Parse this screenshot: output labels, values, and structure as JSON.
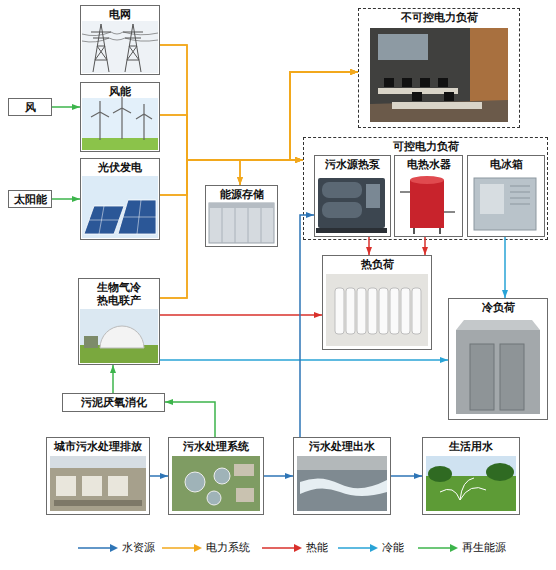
{
  "diagram": {
    "nodes": [
      {
        "text": [
          "电网"
        ]
      },
      {
        "text": [
          "不可控电力负荷"
        ]
      },
      {
        "text": [
          "风能"
        ]
      },
      {
        "text": [
          "风"
        ]
      },
      {
        "text": [
          "可控电力负荷"
        ]
      },
      {
        "text": [
          "污水源热泵"
        ],
        "in": 4
      },
      {
        "text": [
          "电热水器"
        ],
        "in": 4
      },
      {
        "text": [
          "电冰箱"
        ],
        "in": 4
      },
      {
        "text": [
          "太阳能"
        ]
      },
      {
        "text": [
          "光伏发电"
        ]
      },
      {
        "text": [
          "能源存储"
        ]
      },
      {
        "text": [
          "生物气冷 热电联产"
        ]
      },
      {
        "text": [
          "热负荷"
        ]
      },
      {
        "text": [
          "冷负荷"
        ]
      },
      {
        "text": [
          "污泥厌氧消化"
        ]
      },
      {
        "text": [
          "城市污水处理排放"
        ]
      },
      {
        "text": [
          "污水处理系统"
        ]
      },
      {
        "text": [
          "污水处理出水"
        ]
      },
      {
        "text": [
          "生活用水"
        ]
      }
    ],
    "edges": [
      {
        "from": 3,
        "to": 2,
        "arrow": "to"
      },
      {
        "from": 8,
        "to": 9,
        "arrow": "to"
      },
      {
        "from": 0,
        "to": 1,
        "arrow": "to"
      },
      {
        "from": 0,
        "to": 4,
        "arrow": "to"
      },
      {
        "from": 2,
        "to": 1,
        "arrow": "to"
      },
      {
        "from": 2,
        "to": 4,
        "arrow": "to"
      },
      {
        "from": 9,
        "to": 1,
        "arrow": "to"
      },
      {
        "from": 9,
        "to": 4,
        "arrow": "to"
      },
      {
        "from": 11,
        "to": 1,
        "arrow": "to"
      },
      {
        "from": 11,
        "to": 4,
        "arrow": "to"
      },
      {
        "from": 10,
        "to": 1,
        "arrow": "both"
      },
      {
        "from": 10,
        "to": 4,
        "arrow": "both"
      },
      {
        "from": 11,
        "to": 12,
        "arrow": "to"
      },
      {
        "from": 5,
        "to": 12,
        "arrow": "to"
      },
      {
        "from": 6,
        "to": 12,
        "arrow": "to"
      },
      {
        "from": 7,
        "to": 13,
        "arrow": "to"
      },
      {
        "from": 11,
        "to": 13,
        "arrow": "to"
      },
      {
        "from": 17,
        "to": 5,
        "arrow": "to"
      },
      {
        "from": 15,
        "to": 16,
        "arrow": "to"
      },
      {
        "from": 16,
        "to": 17,
        "arrow": "to"
      },
      {
        "from": 17,
        "to": 18,
        "arrow": "to"
      },
      {
        "from": 16,
        "to": 14,
        "arrow": "to"
      },
      {
        "from": 14,
        "to": 11,
        "arrow": "to"
      }
    ],
    "legend": [
      {
        "text": "水资源"
      },
      {
        "text": "电力系统"
      },
      {
        "text": "热能"
      },
      {
        "text": "冷能"
      },
      {
        "text": "再生能源"
      }
    ]
  }
}
